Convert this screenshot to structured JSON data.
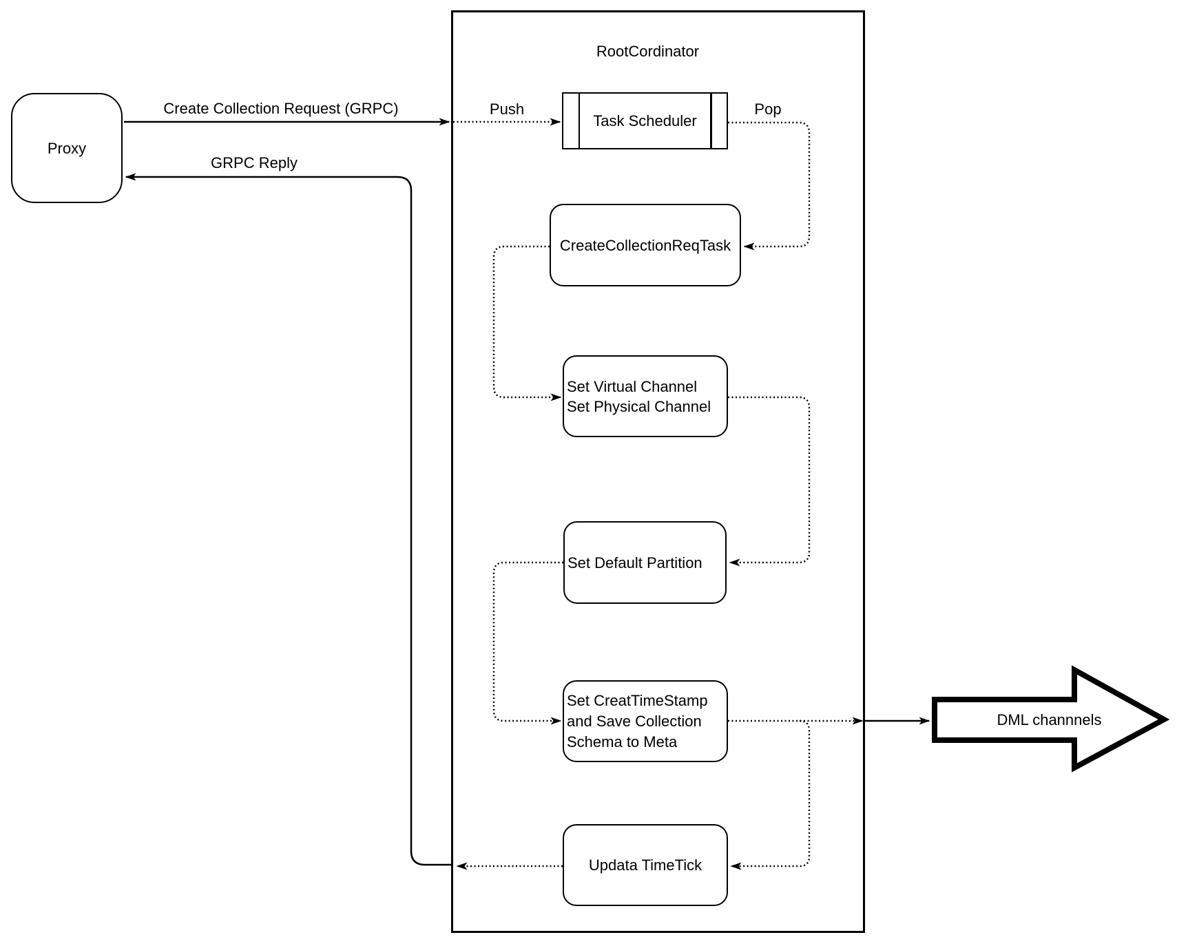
{
  "diagram": {
    "container_title": "RootCordinator",
    "nodes": {
      "proxy": {
        "label": "Proxy"
      },
      "task_scheduler": {
        "label": "Task Scheduler"
      },
      "create_collection_req_task": {
        "label": "CreateCollectionReqTask"
      },
      "set_virtual_channel": {
        "label": "Set Virtual Channel\nSet Physical Channel"
      },
      "set_default_partition": {
        "label": "Set Default Partition"
      },
      "set_creat_timestamp": {
        "label": "Set CreatTimeStamp\nand Save Collection\nSchema to Meta"
      },
      "updata_timetick": {
        "label": "Updata TimeTick"
      },
      "dml_channels": {
        "label": "DML channnels"
      }
    },
    "edge_labels": {
      "create_collection_request": "Create Collection Request (GRPC)",
      "grpc_reply": "GRPC Reply",
      "push": "Push",
      "pop": "Pop"
    },
    "colors": {
      "stroke": "#000000",
      "background": "#ffffff"
    }
  }
}
